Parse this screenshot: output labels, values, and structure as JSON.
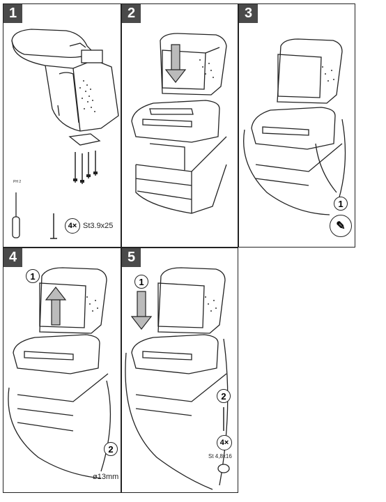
{
  "panels": [
    {
      "number": "1"
    },
    {
      "number": "2"
    },
    {
      "number": "3"
    },
    {
      "number": "4"
    },
    {
      "number": "5"
    }
  ],
  "step1": {
    "screwdriver_label": "PH 2",
    "screw_count": "4×",
    "screw_size": "St3.9x25"
  },
  "step3": {
    "marker": "1"
  },
  "step4": {
    "marker1": "1",
    "marker2": "2",
    "drill_size": "ø13mm"
  },
  "step5": {
    "marker1": "1",
    "marker2": "2",
    "screw_count": "4×",
    "screw_size": "St 4,8x16"
  }
}
